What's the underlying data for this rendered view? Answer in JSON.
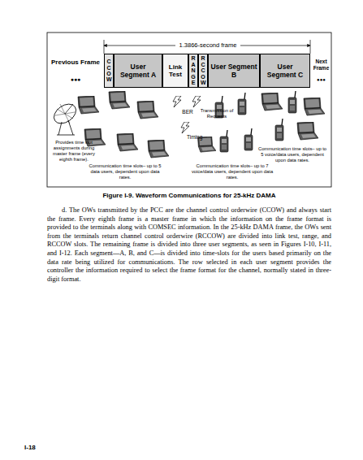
{
  "diagram": {
    "caption": "Figure I-9. Waveform Communications for 25-kHz DAMA",
    "nodes": [
      {
        "text": [
          "CCOW"
        ]
      },
      {
        "text": [
          "User Segment A"
        ]
      },
      {
        "text": [
          "Link Test"
        ]
      },
      {
        "text": [
          "RANGE"
        ]
      },
      {
        "text": [
          "RCCOW"
        ]
      },
      {
        "text": [
          "User Segment B"
        ]
      },
      {
        "text": [
          "User Segment C"
        ]
      }
    ],
    "labels": [
      "1.3866-second frame",
      "Previous Frame",
      "●●●",
      "Next Frame",
      "●●●",
      "Provides time slot assignments during master frame (every eighth frame).",
      "BER",
      "Transmission of Requests",
      "Timing",
      "Communication time slots– up to 5 data users, dependent upon data rates.",
      "Communication time slots– up to 7 voice/data users, dependent upon data rates.",
      "Communication time slots– up to 5 voice/data users, dependent upon data rates.",
      "d. The OWs transmitted by the PCC are the channel control orderwire (CCOW) and always start the frame. Every eighth frame is a master frame in which the information on the frame format is provided to the terminals along with COMSEC information. In the 25-kHz DAMA frame, the OWs sent from the terminals return channel control orderwire (RCCOW) are divided into link test, range, and RCCOW slots. The remaining frame is divided into three user segments, as seen in Figures I-10, I-11, and I-12. Each segment—A, B, and C—is divided into time-slots for the users based primarily on the data rate being utilized for communications. The row selected in each user segment provides the controller the information required to select the frame format for the channel, normally stated in three-digit format.",
      "I-18"
    ]
  }
}
